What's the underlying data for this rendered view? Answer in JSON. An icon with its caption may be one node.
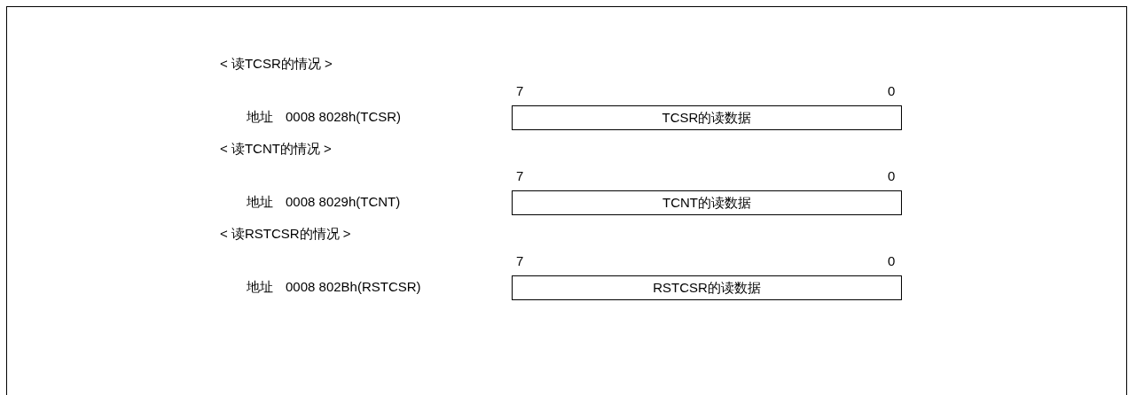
{
  "diagram": {
    "nodes": [
      {
        "text": [
          "TCSR的读数据"
        ]
      },
      {
        "text": [
          "TCNT的读数据"
        ]
      },
      {
        "text": [
          "RSTCSR的读数据"
        ]
      }
    ],
    "edges": [],
    "labels": [
      "< 读TCSR的情况 >",
      "7",
      "0",
      "地址",
      "0008 8028h(TCSR)",
      "< 读TCNT的情况 >",
      "7",
      "0",
      "地址",
      "0008 8029h(TCNT)",
      "< 读RSTCSR的情况 >",
      "7",
      "0",
      "地址",
      "0008 802Bh(RSTCSR)"
    ]
  }
}
